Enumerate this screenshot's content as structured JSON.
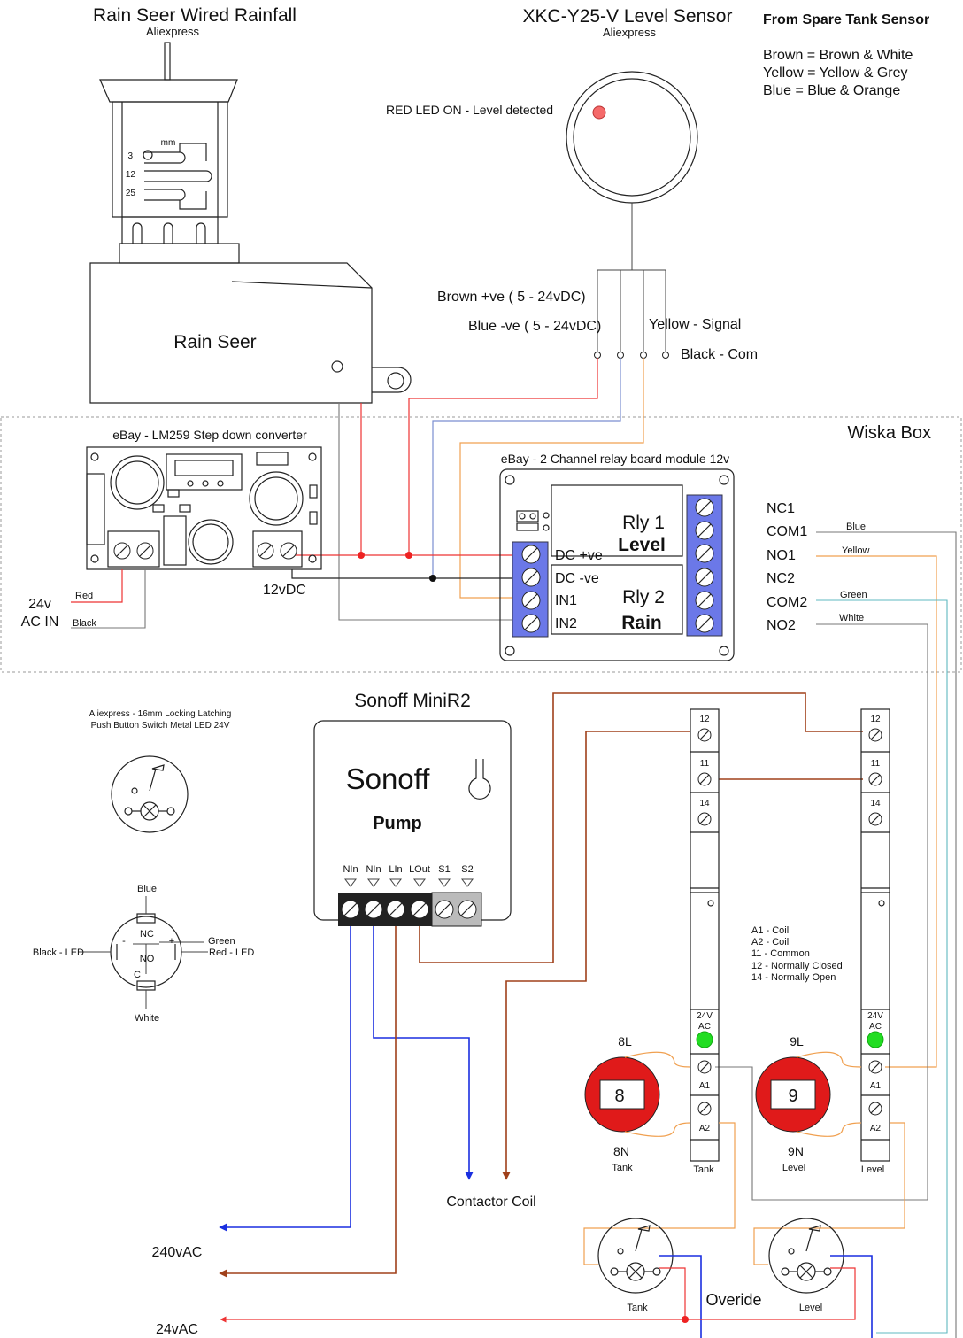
{
  "rain_seer": {
    "title": "Rain Seer Wired Rainfall",
    "source": "Aliexpress",
    "body_label": "Rain Seer",
    "scale_unit": "mm",
    "scale": [
      "3",
      "12",
      "25"
    ]
  },
  "level_sensor": {
    "title": "XKC-Y25-V Level Sensor",
    "source": "Aliexpress",
    "led_note": "RED LED ON - Level detected",
    "wires": {
      "brown": "Brown +ve ( 5 - 24vDC)",
      "blue": "Blue -ve ( 5 - 24vDC)",
      "yellow": "Yellow - Signal",
      "black": "Black - Com"
    }
  },
  "spare_tank": {
    "title": "From Spare Tank Sensor",
    "lines": [
      "Brown = Brown & White",
      "Yellow = Yellow & Grey",
      "Blue = Blue & Orange"
    ]
  },
  "wiska_box": {
    "label": "Wiska Box",
    "converter_title": "eBay - LM259 Step down converter",
    "relay_title": "eBay - 2 Channel relay board module 12v",
    "relay1": {
      "name": "Rly 1",
      "function": "Level"
    },
    "relay2": {
      "name": "Rly 2",
      "function": "Rain"
    },
    "inputs": [
      "DC +ve",
      "DC -ve",
      "IN1",
      "IN2"
    ],
    "outputs": [
      "NC1",
      "COM1",
      "NO1",
      "NC2",
      "COM2",
      "NO2"
    ],
    "output_wires": {
      "com1": "Blue",
      "no1": "Yellow",
      "com2": "Green",
      "no2": "White"
    },
    "ac_in": [
      "24v",
      "AC IN"
    ],
    "ac_wires": {
      "red": "Red",
      "black": "Black"
    },
    "dc_out": "12vDC"
  },
  "push_button": {
    "note_line1": "Aliexpress - 16mm Locking Latching",
    "note_line2": "Push Button Switch Metal LED 24V",
    "pins": {
      "top": "Blue",
      "left": "Black - LED",
      "right_top": "Green",
      "right": "Red - LED",
      "bottom": "White",
      "nc": "NC",
      "no": "NO",
      "c": "C",
      "minus": "-",
      "plus": "+"
    }
  },
  "sonoff": {
    "title": "Sonoff MiniR2",
    "brand": "Sonoff",
    "function": "Pump",
    "terminals": [
      "NIn",
      "NIn",
      "LIn",
      "LOut",
      "S1",
      "S2"
    ]
  },
  "relay_legend": [
    "A1 - Coil",
    "A2 - Coil",
    "11 - Common",
    "12 - Normally Closed",
    "14 - Normally Open"
  ],
  "din_relay": {
    "pins": [
      "12",
      "11",
      "14"
    ],
    "coil": [
      "A1",
      "A2"
    ],
    "supply": [
      "24V",
      "AC"
    ],
    "left_label": "Tank",
    "right_label": "Level"
  },
  "indicator_8": {
    "number": "8",
    "top": "8L",
    "bottom": "8N",
    "sub": "Tank"
  },
  "indicator_9": {
    "number": "9",
    "top": "9L",
    "bottom": "9N",
    "sub": "Level"
  },
  "bottom": {
    "contactor": "Contactor Coil",
    "mains": "240vAC",
    "low_voltage": "24vAC",
    "override": "Overide",
    "switch_left": "Tank",
    "switch_right": "Level"
  },
  "colors": {
    "red_wire": "#e33333",
    "blue_wire": "#7a8ed0",
    "orange_wire": "#f0a050",
    "brown_mains": "#a0401a",
    "blue_mains": "#1a2fe0",
    "terminal_blue": "#6b78e8",
    "indicator_red": "#e01a1a",
    "led_green": "#22dd22"
  }
}
